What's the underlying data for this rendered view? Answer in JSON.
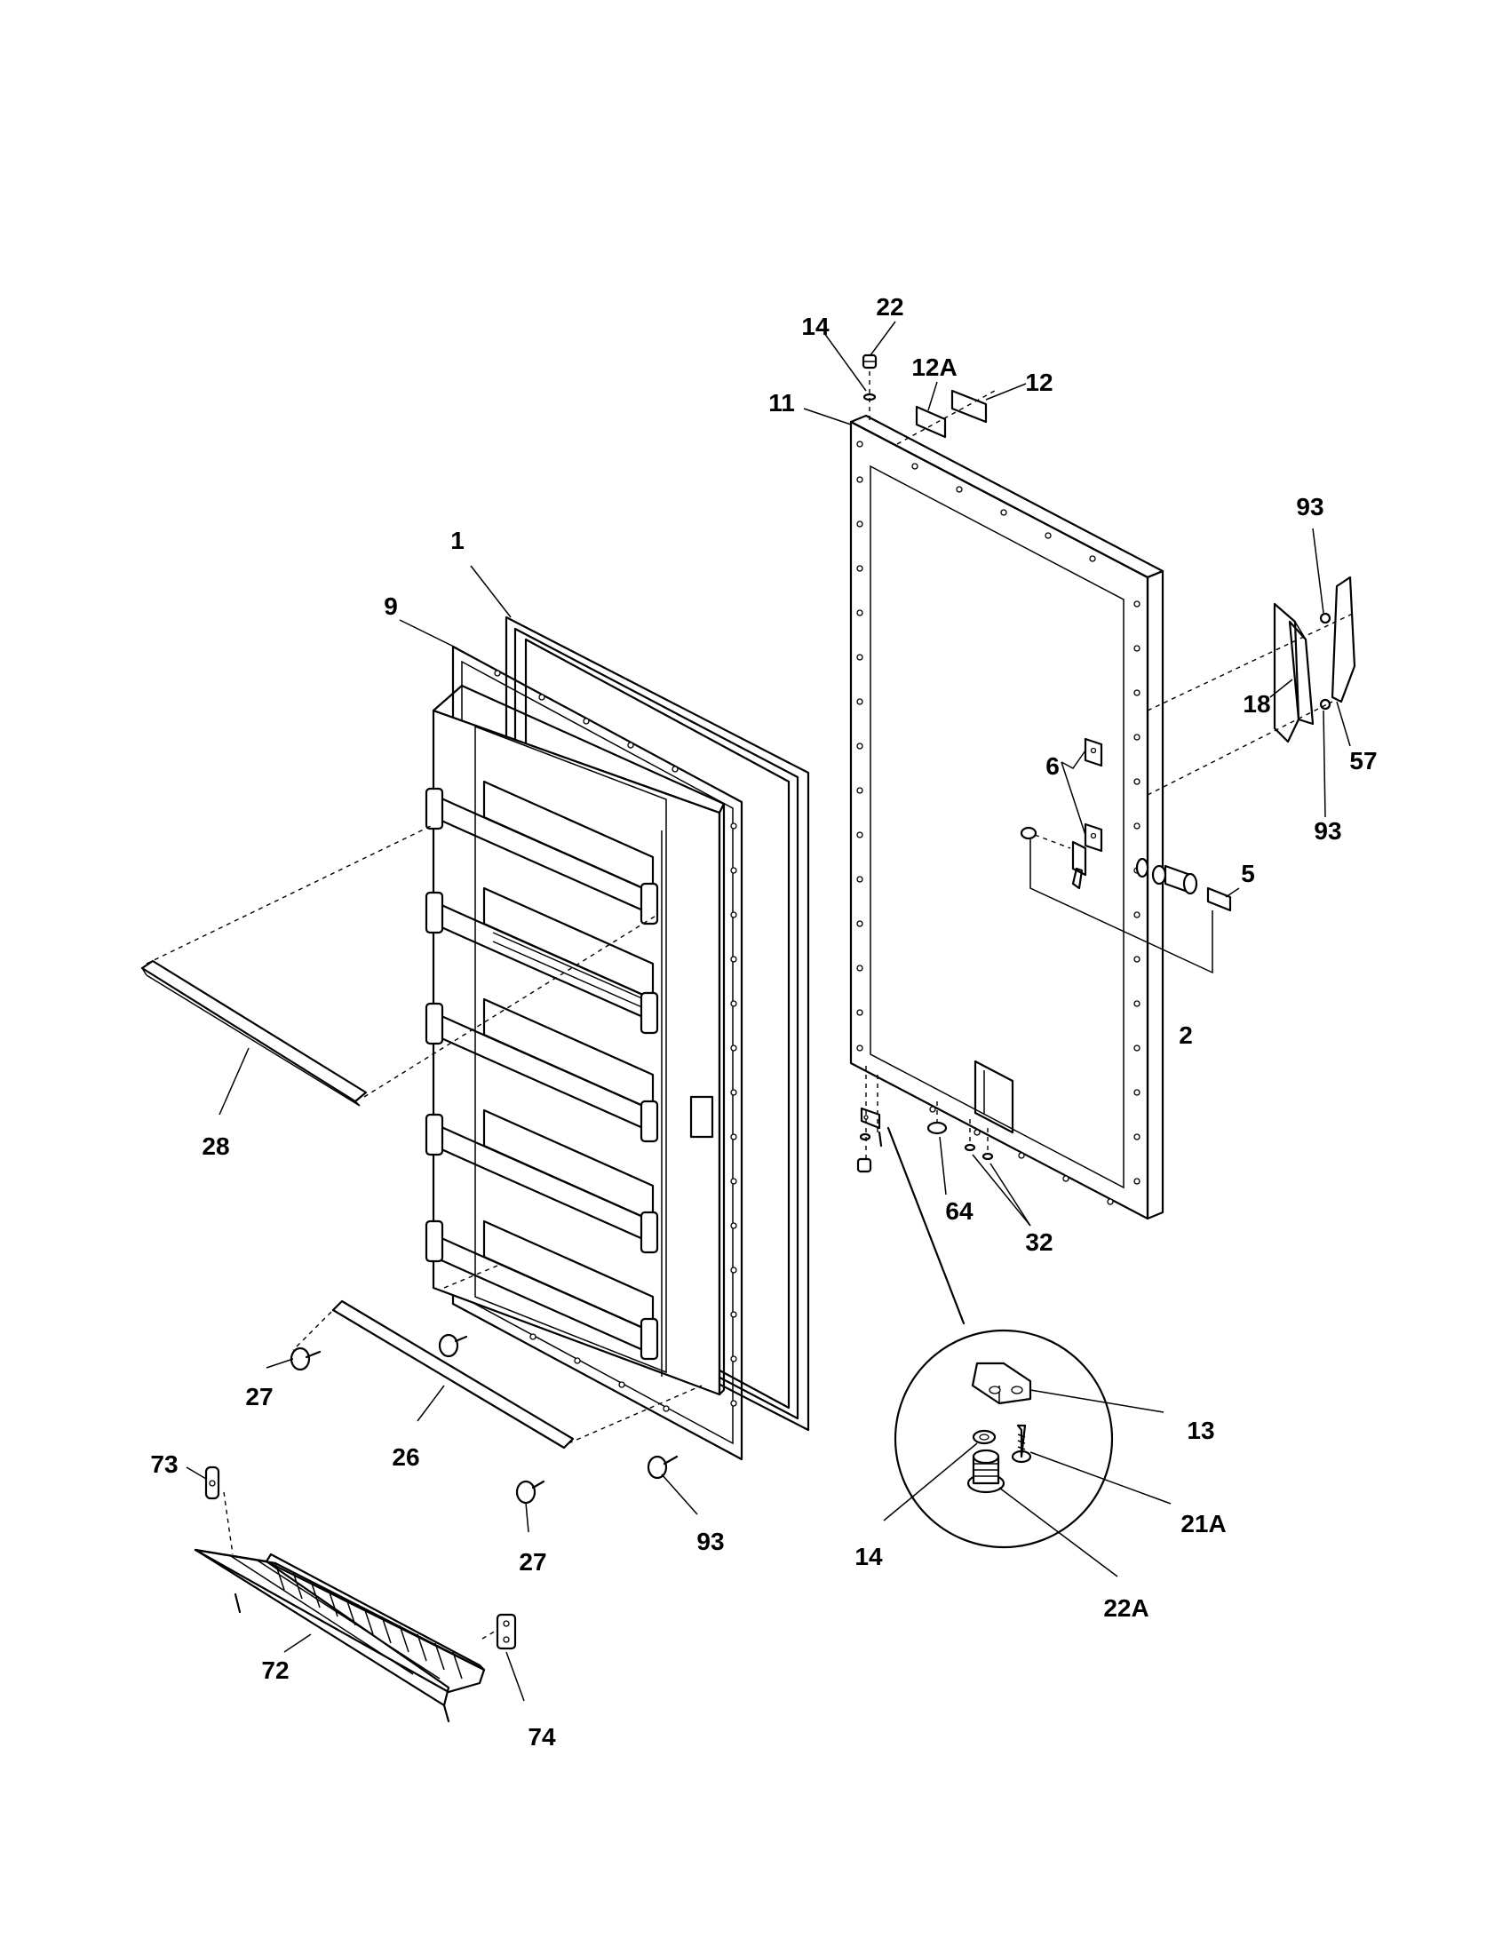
{
  "diagram": {
    "callouts": {
      "c1": "1",
      "c2": "2",
      "c5": "5",
      "c6": "6",
      "c9": "9",
      "c11": "11",
      "c12": "12",
      "c12a": "12A",
      "c13": "13",
      "c14_top": "14",
      "c14_detail": "14",
      "c18": "18",
      "c21a": "21A",
      "c22": "22",
      "c22a": "22A",
      "c26": "26",
      "c27_left": "27",
      "c27_bottom": "27",
      "c28": "28",
      "c32": "32",
      "c57": "57",
      "c64": "64",
      "c72": "72",
      "c73": "73",
      "c74": "74",
      "c93_top": "93",
      "c93_right": "93",
      "c93_bottom": "93"
    }
  }
}
